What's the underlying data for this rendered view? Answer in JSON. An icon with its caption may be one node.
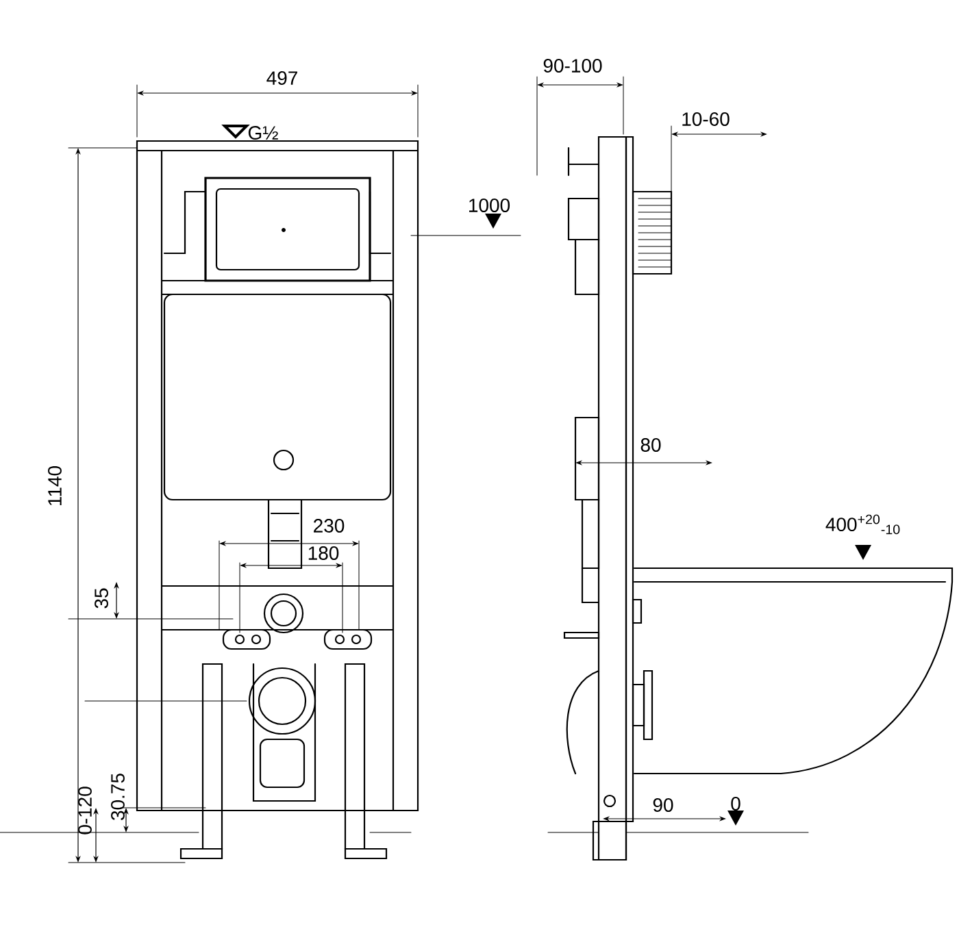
{
  "diagram": {
    "labels": [
      "497",
      "G½",
      "1000",
      "1140",
      "230",
      "180",
      "35",
      "0-120",
      "30.75",
      "90-100",
      "10-60",
      "80",
      "400$^{+20}$$_{-10}$",
      "90",
      "0"
    ]
  }
}
